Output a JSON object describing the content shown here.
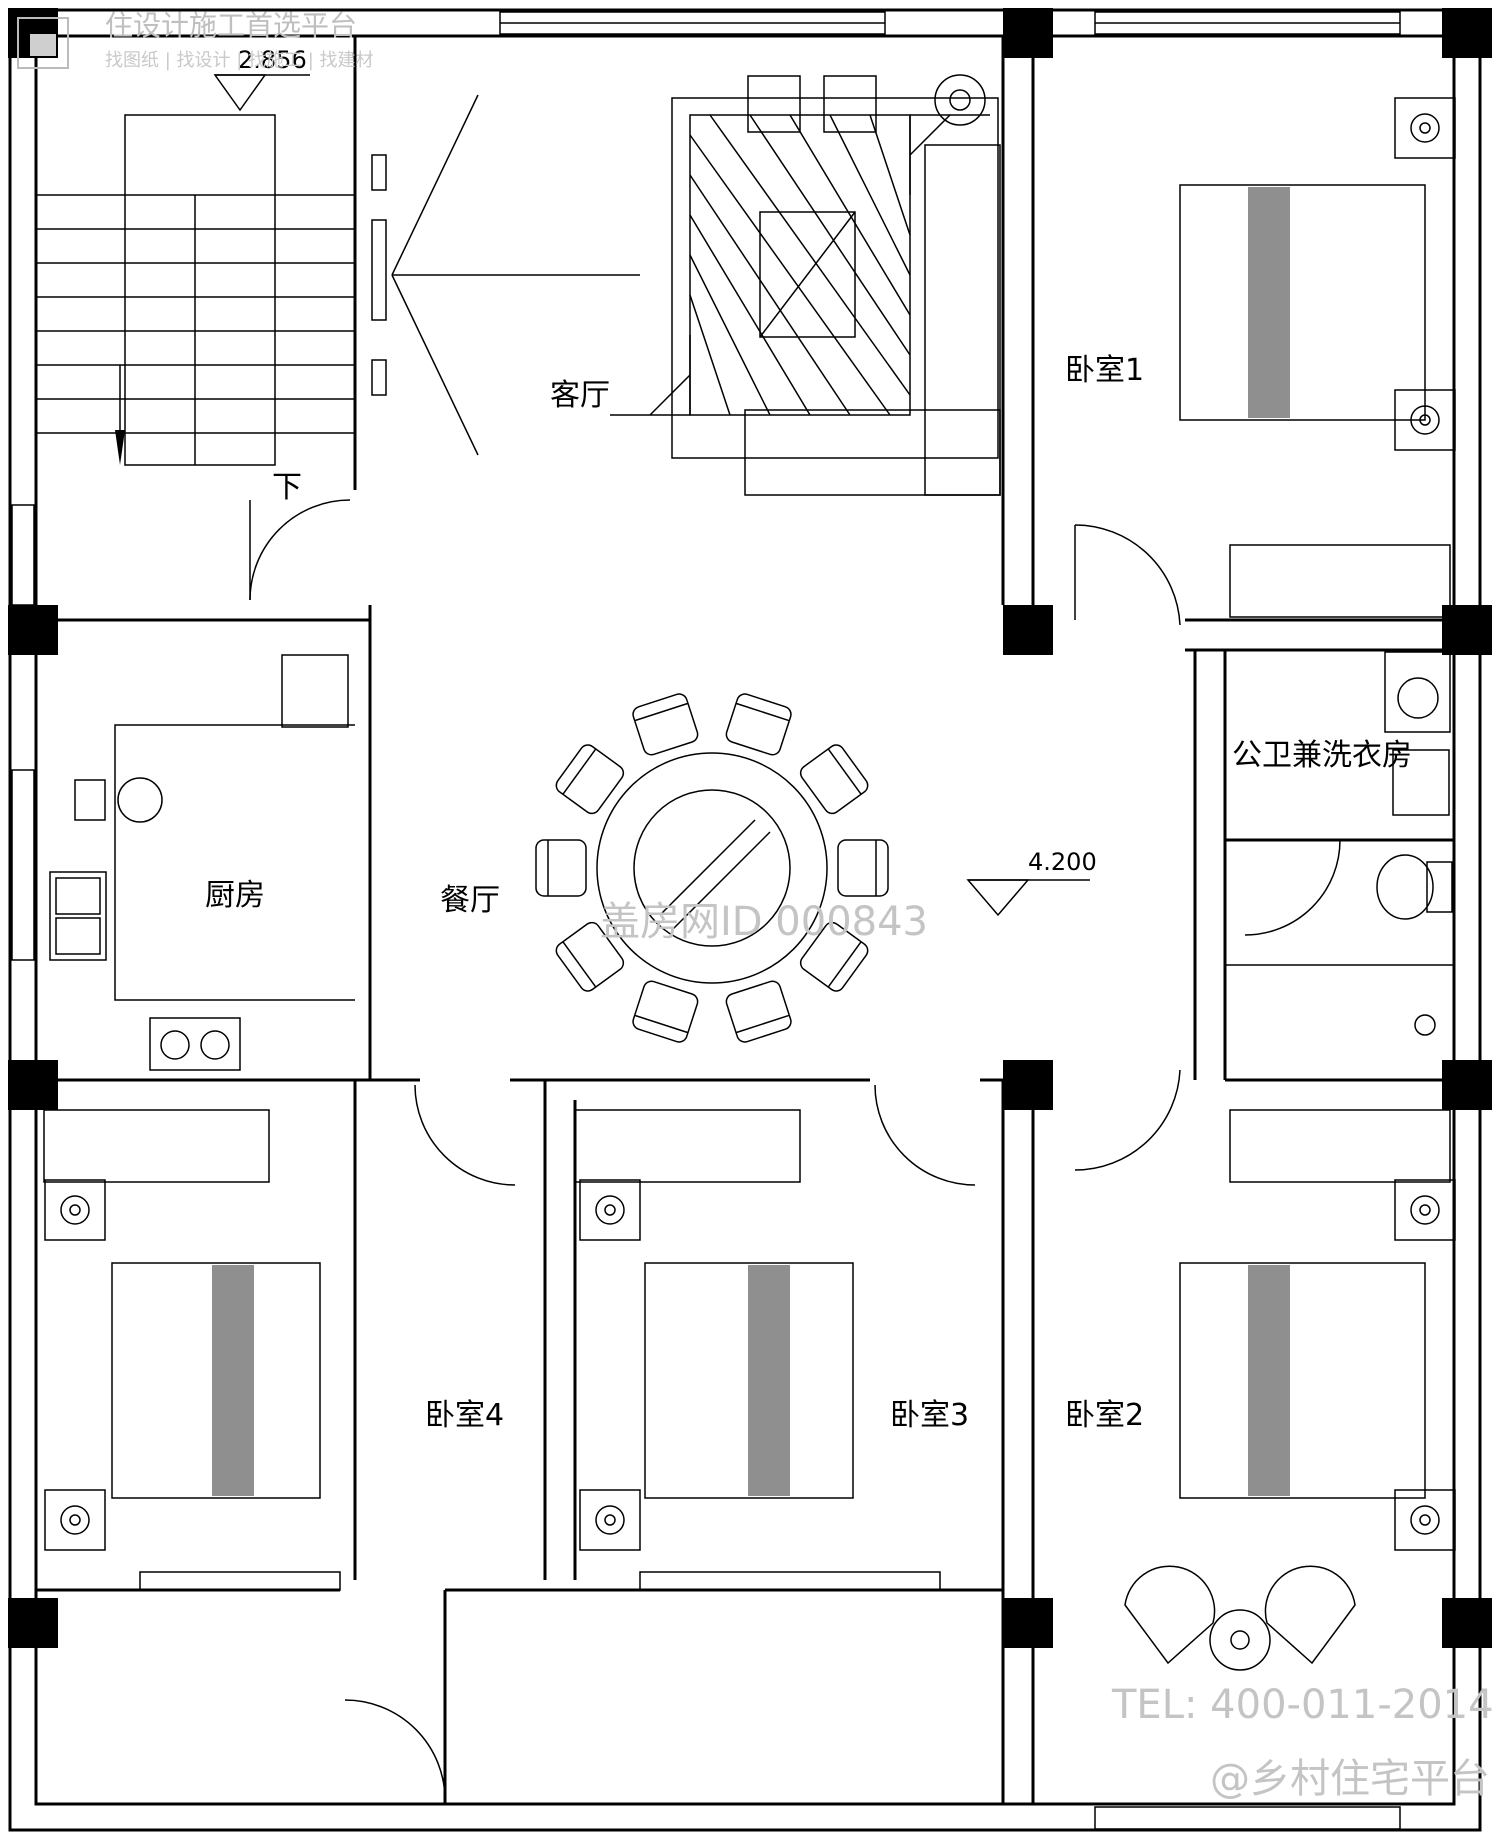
{
  "rooms": {
    "living": "客厅",
    "dining": "餐厅",
    "kitchen": "厨房",
    "bedroom1": "卧室1",
    "bedroom2": "卧室2",
    "bedroom3": "卧室3",
    "bedroom4": "卧室4",
    "bath_laundry": "公卫兼洗衣房"
  },
  "stairs": {
    "down_label": "下"
  },
  "levels": {
    "stair_landing": "2.856",
    "floor": "4.200"
  },
  "watermarks": {
    "top_slogan": "住设计施工首选平台",
    "top_links": "找图纸 | 找设计 | 找施工 | 找建材",
    "center_id": "盖房网ID 000843",
    "tel": "TEL: 400-011-2014",
    "platform": "@乡村住宅平台"
  }
}
